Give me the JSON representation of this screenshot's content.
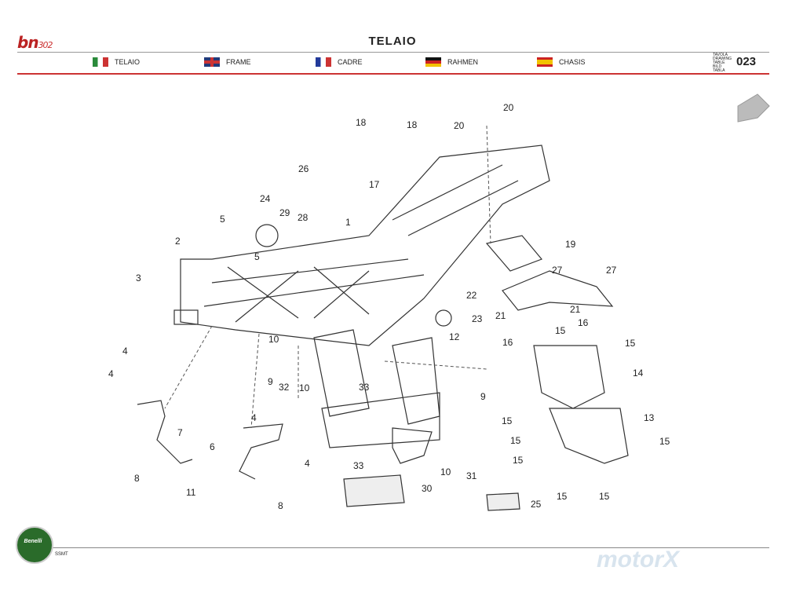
{
  "header": {
    "brand": "bn",
    "model": "302",
    "title": "TELAIO",
    "page_number": "023",
    "table_meta": [
      "TAVOLA",
      "DRAWING",
      "TABLE",
      "BILD",
      "TABLA"
    ],
    "languages": [
      {
        "flag": "italy-flag",
        "label": "TELAIO"
      },
      {
        "flag": "uk-flag",
        "label": "FRAME"
      },
      {
        "flag": "france-flag",
        "label": "CADRE"
      },
      {
        "flag": "germany-flag",
        "label": "RAHMEN"
      },
      {
        "flag": "spain-flag",
        "label": "CHASIS"
      }
    ]
  },
  "diagram": {
    "callouts": [
      "18",
      "18",
      "20",
      "20",
      "26",
      "17",
      "1",
      "24",
      "29",
      "28",
      "5",
      "2",
      "5",
      "3",
      "19",
      "27",
      "27",
      "22",
      "21",
      "21",
      "23",
      "12",
      "16",
      "16",
      "15",
      "15",
      "14",
      "10",
      "10",
      "9",
      "9",
      "33",
      "4",
      "4",
      "32",
      "13",
      "15",
      "15",
      "7",
      "4",
      "6",
      "4",
      "33",
      "10",
      "31",
      "8",
      "11",
      "8",
      "30",
      "15",
      "15",
      "25",
      "15",
      "15"
    ]
  },
  "footer": {
    "brand": "Benelli",
    "code": "SSMT",
    "watermark": "motorX"
  },
  "colors": {
    "accent_red": "#cc3333",
    "logo_green": "#2a6b2a"
  }
}
